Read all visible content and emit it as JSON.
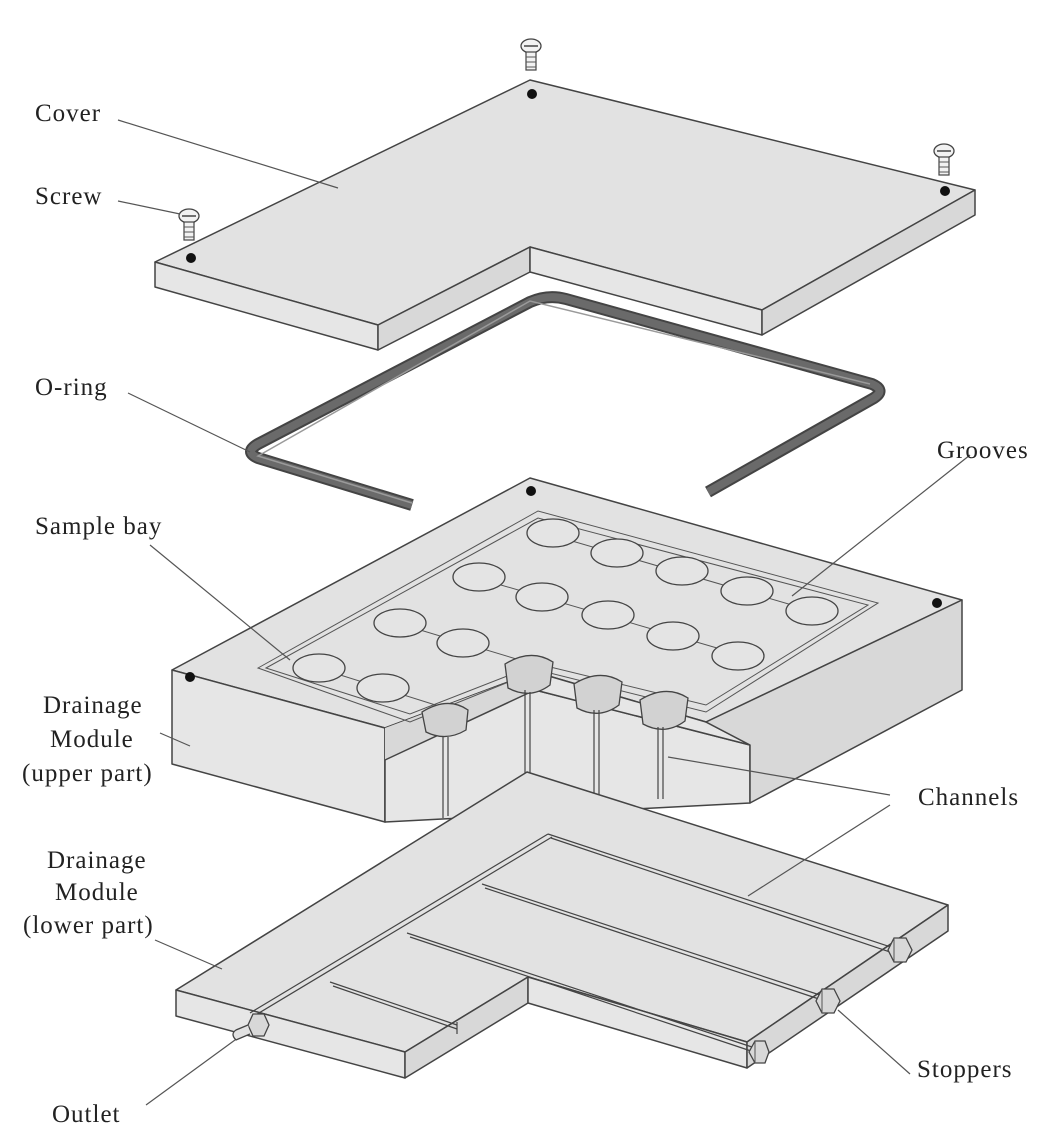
{
  "labels": {
    "cover": "Cover",
    "screw": "Screw",
    "o_ring": "O-ring",
    "grooves": "Grooves",
    "sample_bay": "Sample bay",
    "drainage_upper_1": "Drainage",
    "drainage_upper_2": "Module",
    "drainage_upper_3": "(upper part)",
    "channels": "Channels",
    "drainage_lower_1": "Drainage",
    "drainage_lower_2": "Module",
    "drainage_lower_3": "(lower part)",
    "outlet": "Outlet",
    "stoppers": "Stoppers"
  },
  "colors": {
    "top_face": "#e2e2e2",
    "side_face": "#d8d8d8",
    "front_face": "#e6e6e6",
    "o_ring": "#6a6a6a",
    "ink": "#222222"
  }
}
